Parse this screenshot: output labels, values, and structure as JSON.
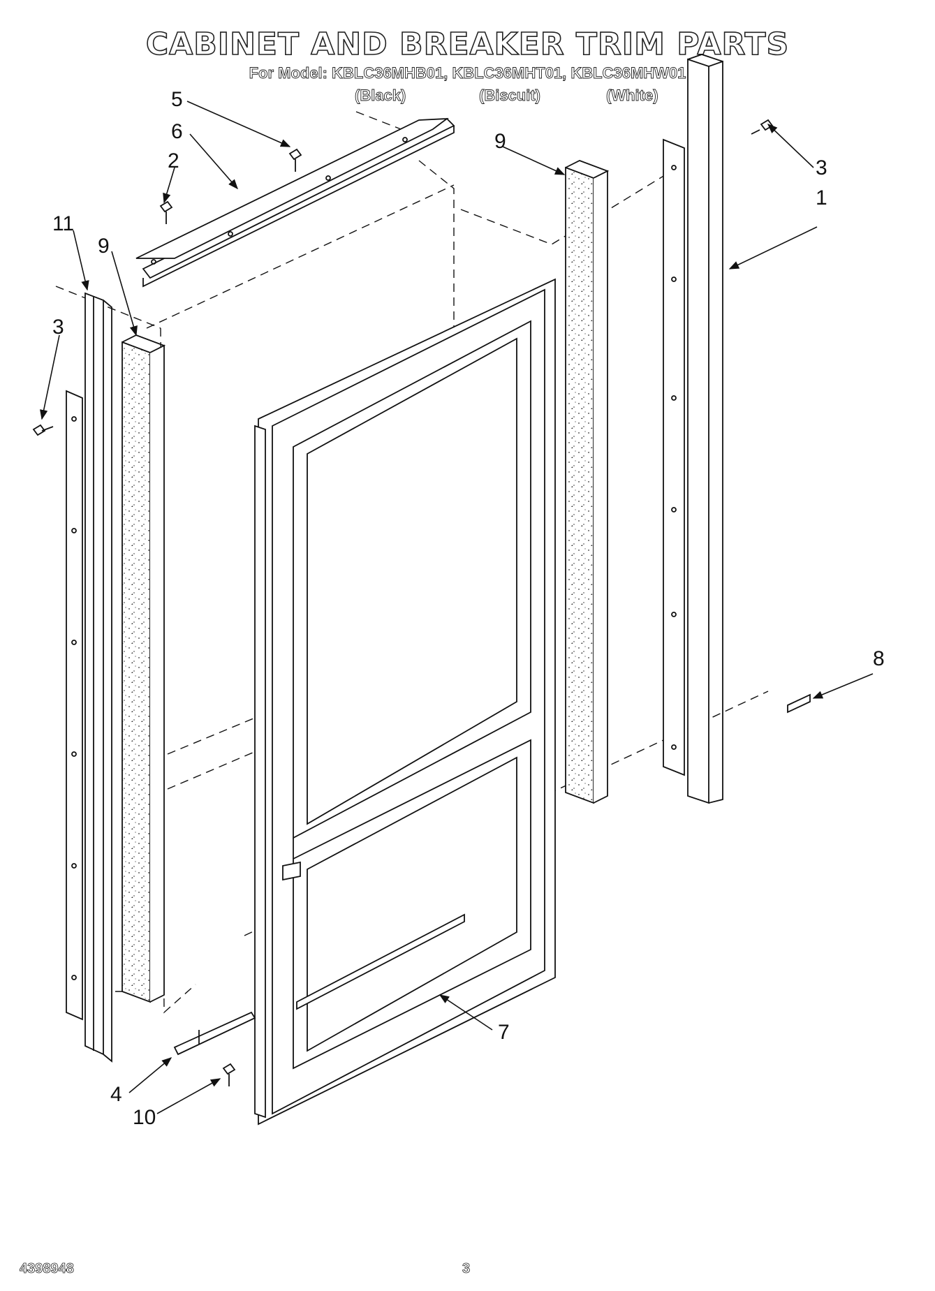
{
  "title": "CABINET AND BREAKER TRIM PARTS",
  "model_line": "For Model: KBLC36MHB01, KBLC36MHT01, KBLC36MHW01",
  "colors": [
    "(Black)",
    "(Biscuit)",
    "(White)"
  ],
  "callouts": [
    "5",
    "6",
    "2",
    "11",
    "9",
    "3",
    "9",
    "3",
    "1",
    "8",
    "7",
    "4",
    "10"
  ],
  "footer": {
    "doc_number": "4398948",
    "page_number": "3"
  }
}
